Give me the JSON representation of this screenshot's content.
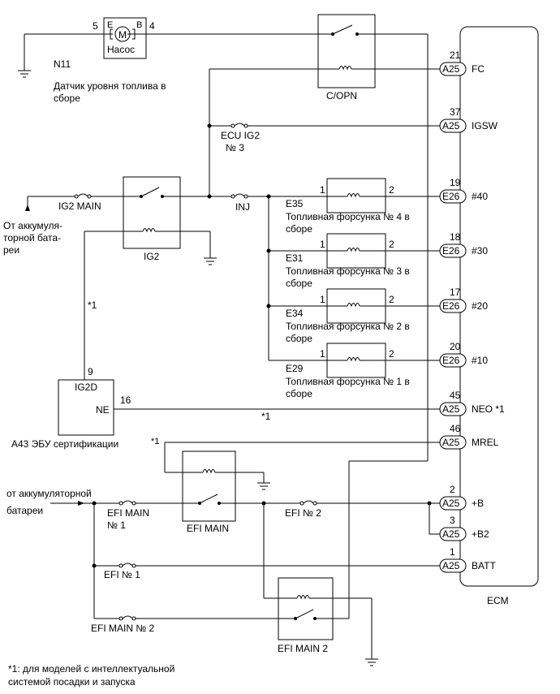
{
  "ecm": {
    "label": "ECM"
  },
  "pump": {
    "pin_left": "5",
    "pin_right": "4",
    "e": "E",
    "b": "B",
    "m": "M",
    "name": "Насос"
  },
  "sender": {
    "code": "N11",
    "line1": "Датчик уровня топлива в",
    "line2": "сборе"
  },
  "relays": {
    "copn": "C/OPN",
    "ig2": "IG2",
    "efi_main": "EFI MAIN",
    "efi_main2": "EFI MAIN 2"
  },
  "fuses": {
    "ig2_main": "IG2 MAIN",
    "inj": "INJ",
    "ecu_ig2_l1": "ECU IG2",
    "ecu_ig2_l2": "№ 3",
    "efi_main1_l1": "EFI MAIN",
    "efi_main1_l2": "№ 1",
    "efi2": "EFI № 2",
    "efi1": "EFI № 1",
    "efi_main2": "EFI MAIN № 2"
  },
  "battery_in": {
    "l1": "От аккумуля-",
    "l2": "торной бата-",
    "l3": "реи"
  },
  "battery_in2": {
    "l1": "от аккумуляторной",
    "l2": "батареи"
  },
  "injectors": [
    {
      "code": "E35",
      "name1": "Топливная форсунка № 4 в",
      "name2": "сборе",
      "p1": "1",
      "p2": "2"
    },
    {
      "code": "E31",
      "name1": "Топливная форсунка № 3 в",
      "name2": "сборе",
      "p1": "1",
      "p2": "2"
    },
    {
      "code": "E34",
      "name1": "Топливная форсунка № 2 в",
      "name2": "сборе",
      "p1": "1",
      "p2": "2"
    },
    {
      "code": "E29",
      "name1": "Топливная форсунка № 1 в",
      "name2": "сборе",
      "p1": "1",
      "p2": "2"
    }
  ],
  "connectors": [
    {
      "pin": "21",
      "conn": "A25",
      "term": "FC"
    },
    {
      "pin": "37",
      "conn": "A25",
      "term": "IGSW"
    },
    {
      "pin": "19",
      "conn": "E26",
      "term": "#40"
    },
    {
      "pin": "18",
      "conn": "E26",
      "term": "#30"
    },
    {
      "pin": "17",
      "conn": "E26",
      "term": "#20"
    },
    {
      "pin": "20",
      "conn": "E26",
      "term": "#10"
    },
    {
      "pin": "45",
      "conn": "A25",
      "term": "NEO *1"
    },
    {
      "pin": "46",
      "conn": "A25",
      "term": "MREL"
    },
    {
      "pin": "2",
      "conn": "A25",
      "term": "+B"
    },
    {
      "pin": "3",
      "conn": "A25",
      "term": "+B2"
    },
    {
      "pin": "1",
      "conn": "A25",
      "term": "BATT"
    }
  ],
  "cert_ecu": {
    "pin_ig2d": "9",
    "ig2d": "IG2D",
    "ne": "NE",
    "pin_ne": "16",
    "name": "A43 ЭБУ сертификации",
    "star": "*1"
  },
  "notes": {
    "star_v": "*1",
    "star_h": "*1",
    "footnote1": "*1: для моделей с интеллектуальной",
    "footnote2": "системой посадки и запуска"
  }
}
